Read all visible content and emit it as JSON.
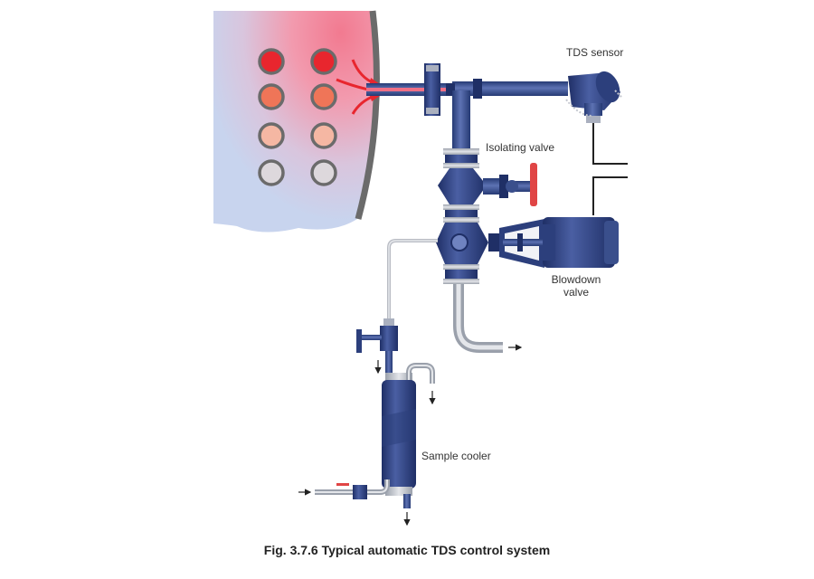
{
  "labels": {
    "tds_sensor": "TDS sensor",
    "isolating_valve": "Isolating valve",
    "blowdown_valve_line1": "Blowdown",
    "blowdown_valve_line2": "valve",
    "sample_cooler": "Sample cooler"
  },
  "caption": "Fig. 3.7.6 Typical automatic TDS control system",
  "colors": {
    "pipe": "#3a4f8c",
    "pipe_dark": "#263a74",
    "pipe_light": "#6f83c0",
    "boiler_water": "#c8d4ee",
    "boiler_heat": "#ef6f86",
    "boiler_shell": "#6b6b6b",
    "handwheel": "#e04545",
    "flange": "#aab0bf",
    "sample_line": "#b9bcc4"
  },
  "tubes": [
    {
      "name": "tube-row-1-left",
      "color": "#e8262e"
    },
    {
      "name": "tube-row-1-right",
      "color": "#e8262e"
    },
    {
      "name": "tube-row-2-left",
      "color": "#ef7558"
    },
    {
      "name": "tube-row-2-right",
      "color": "#ef7558"
    },
    {
      "name": "tube-row-3-left",
      "color": "#f5b7a3"
    },
    {
      "name": "tube-row-3-right",
      "color": "#f5b7a3"
    },
    {
      "name": "tube-row-4-left",
      "color": "#ddd8dc"
    },
    {
      "name": "tube-row-4-right",
      "color": "#ddd8dc"
    }
  ]
}
